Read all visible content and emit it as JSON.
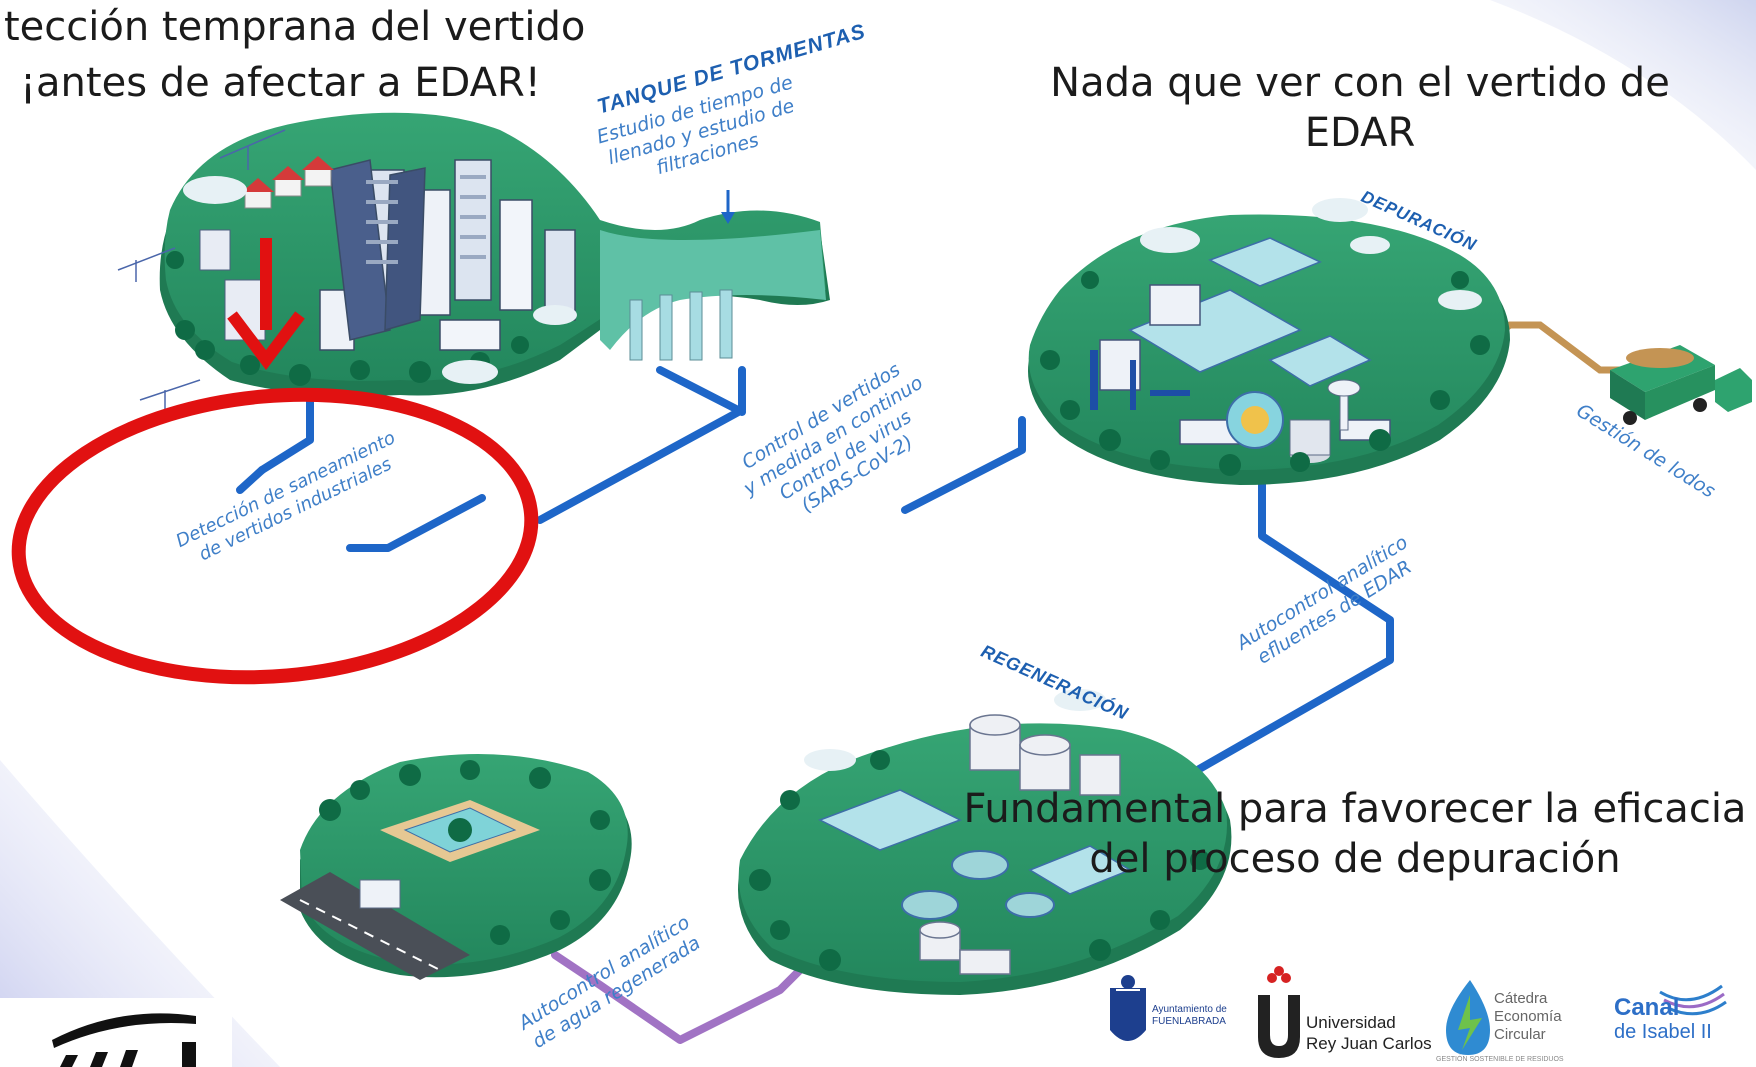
{
  "headline_left": {
    "line1": "tección temprana del vertido",
    "line2": "¡antes de afectar a EDAR!"
  },
  "headline_right": {
    "line1": "Nada que ver con el vertido de",
    "line2": "EDAR"
  },
  "note_bottom": {
    "line1": "Fundamental para favorecer la eficacia",
    "line2": "del proceso de depuración"
  },
  "sections": {
    "tanque": "TANQUE DE TORMENTAS",
    "depuracion": "DEPURACIÓN",
    "regeneracion": "REGENERACIÓN"
  },
  "labels": {
    "tanque_1": "Estudio de tiempo de",
    "tanque_2": "llenado y estudio de",
    "tanque_3": "filtraciones",
    "deteccion_1": "Detección de saneamiento",
    "deteccion_2": "de vertidos industriales",
    "control_1": "Control de vertidos",
    "control_2": "y medida en continuo",
    "control_3": "Control de virus",
    "control_4": "(SARS-CoV-2)",
    "lodos": "Gestión de lodos",
    "autocontrol_edar_1": "Autocontrol analítico",
    "autocontrol_edar_2": "efluentes de EDAR",
    "autocontrol_agua_1": "Autocontrol analítico",
    "autocontrol_agua_2": "de agua regenerada"
  },
  "logos": {
    "fuenlabrada_1": "Ayuntamiento de",
    "fuenlabrada_2": "FUENLABRADA",
    "urjc_1": "Universidad",
    "urjc_2": "Rey Juan Carlos",
    "catedra_1": "Cátedra",
    "catedra_2": "Economía",
    "catedra_3": "Circular",
    "catedra_sub": "GESTIÓN SOSTENIBLE DE RESIDUOS",
    "canal_1": "Canal",
    "canal_2": "de Isabel II"
  },
  "colors": {
    "pipe_blue": "#1e66c8",
    "pipe_purple": "#a173c4",
    "island_green": "#2a9a6a",
    "annotation_red": "#e11111",
    "sludge_brown": "#c49454"
  }
}
